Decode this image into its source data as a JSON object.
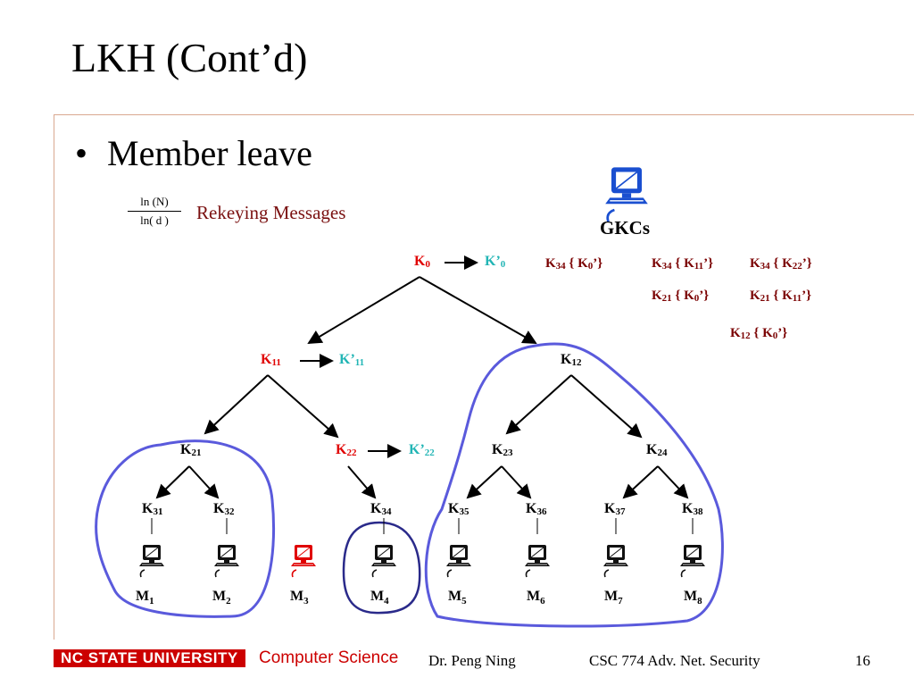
{
  "slide": {
    "title": "LKH (Cont’d)",
    "bullet": "Member leave",
    "bullet_marker": "•"
  },
  "formula": {
    "numerator": "ln (N)",
    "denominator": "ln( d )"
  },
  "rekey_label": "Rekeying Messages",
  "gkcs_label": "GKCs",
  "tree": {
    "k0": "K",
    "k0_sub": "0",
    "k0_new": "K’",
    "k0_new_sub": "0",
    "k11": "K",
    "k11_sub": "11",
    "k11_new": "K’",
    "k11_new_sub": "11",
    "k12": "K",
    "k12_sub": "12",
    "k21": "K",
    "k21_sub": "21",
    "k22": "K",
    "k22_sub": "22",
    "k22_new": "K’",
    "k22_new_sub": "22",
    "k23": "K",
    "k23_sub": "23",
    "k24": "K",
    "k24_sub": "24",
    "leaves": [
      {
        "k": "K",
        "sub": "31",
        "m": "M",
        "msub": "1"
      },
      {
        "k": "K",
        "sub": "32",
        "m": "M",
        "msub": "2"
      },
      {
        "k": "",
        "sub": "",
        "m": "M",
        "msub": "3"
      },
      {
        "k": "K",
        "sub": "34",
        "m": "M",
        "msub": "4"
      },
      {
        "k": "K",
        "sub": "35",
        "m": "M",
        "msub": "5"
      },
      {
        "k": "K",
        "sub": "36",
        "m": "M",
        "msub": "6"
      },
      {
        "k": "K",
        "sub": "37",
        "m": "M",
        "msub": "7"
      },
      {
        "k": "K",
        "sub": "38",
        "m": "M",
        "msub": "8"
      }
    ]
  },
  "messages": {
    "m1": {
      "a": "K",
      "as": "34",
      "b": " { K",
      "bs": "0",
      "c": "’}"
    },
    "m2": {
      "a": "K",
      "as": "34",
      "b": " { K",
      "bs": "11",
      "c": "’}"
    },
    "m3": {
      "a": "K",
      "as": "34",
      "b": " { K",
      "bs": "22",
      "c": "’}"
    },
    "m4": {
      "a": "K",
      "as": "21",
      "b": " { K",
      "bs": "0",
      "c": "’}"
    },
    "m5": {
      "a": "K",
      "as": "21",
      "b": " { K",
      "bs": "11",
      "c": "’}"
    },
    "m6": {
      "a": "K",
      "as": "12",
      "b": " { K",
      "bs": "0",
      "c": "’}"
    }
  },
  "colors": {
    "changed_key": "#e00000",
    "new_key": "#22b5b5",
    "group_outline": "#5a5adc",
    "leaving_member_outline": "#2a2a8a",
    "gkc_computer": "#1a4fd0",
    "leaving_member": "#e00000"
  },
  "icons": {
    "member": "computer-icon",
    "gkc": "computer-icon"
  },
  "footer": {
    "university": "NC STATE UNIVERSITY",
    "department": "Computer Science",
    "author": "Dr. Peng Ning",
    "course": "CSC 774 Adv. Net. Security",
    "page": "16"
  }
}
